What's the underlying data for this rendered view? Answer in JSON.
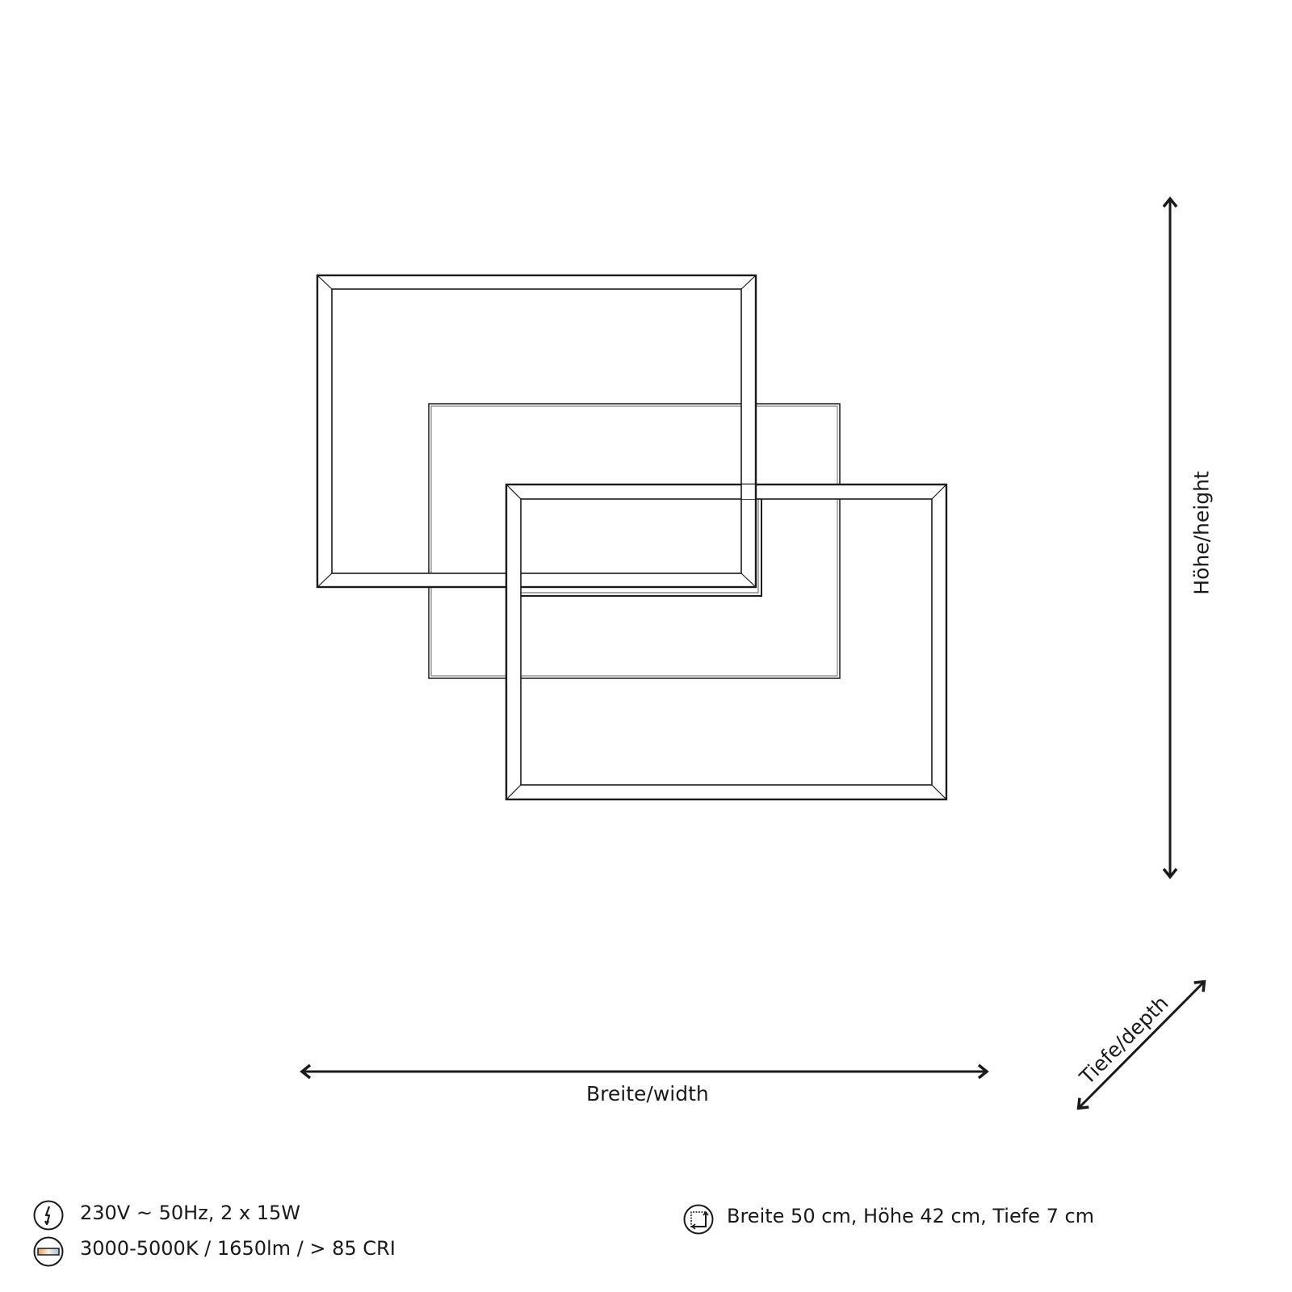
{
  "diagram": {
    "title": "Ceiling light dimension drawing",
    "stroke_color": "#1a1a1a",
    "frames": [
      {
        "name": "frame-top-left",
        "outer": [
          393,
          341,
          543,
          386
        ],
        "inner": [
          411,
          358,
          507,
          352
        ]
      },
      {
        "name": "frame-middle",
        "outer": [
          531,
          500,
          509,
          340
        ]
      },
      {
        "name": "frame-bottom-right",
        "outer": [
          627,
          600,
          545,
          390
        ],
        "inner": [
          645,
          618,
          509,
          354
        ]
      }
    ]
  },
  "dimensions": {
    "width_label": "Breite/width",
    "height_label": "Höhe/height",
    "depth_label": "Tiefe/depth"
  },
  "specs": {
    "power": {
      "icon": "lightning-icon",
      "text": "230V ~ 50Hz, 2 x 15W"
    },
    "light": {
      "icon": "color-temperature-icon",
      "text": "3000-5000K / 1650lm / > 85 CRI",
      "gradient": [
        "#e8a060",
        "#a8c0e0"
      ]
    },
    "size": {
      "icon": "dimensions-icon",
      "text": "Breite 50 cm, Höhe 42 cm, Tiefe 7 cm"
    }
  }
}
